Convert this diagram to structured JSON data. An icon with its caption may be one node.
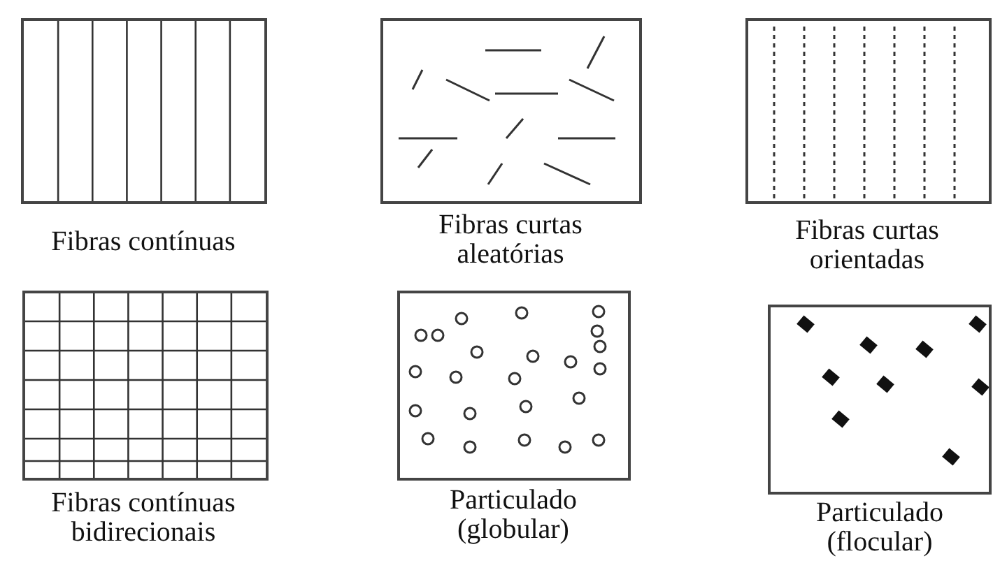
{
  "diagram": {
    "nodes": [
      {
        "text": [],
        "shape": "box",
        "beside": [
          "Fibras contínuas"
        ]
      },
      {
        "text": [],
        "shape": "box",
        "beside": [
          "Fibras curtas aleatórias"
        ]
      },
      {
        "text": [],
        "shape": "box",
        "beside": [
          "Fibras curtas orientadas"
        ]
      },
      {
        "text": [],
        "shape": "box",
        "beside": [
          "Fibras contínuas bidirecionais"
        ]
      },
      {
        "text": [],
        "shape": "box",
        "beside": [
          "Particulado (globular)"
        ]
      },
      {
        "text": [],
        "shape": "box",
        "beside": [
          "Particulado (flocular)"
        ]
      }
    ]
  }
}
